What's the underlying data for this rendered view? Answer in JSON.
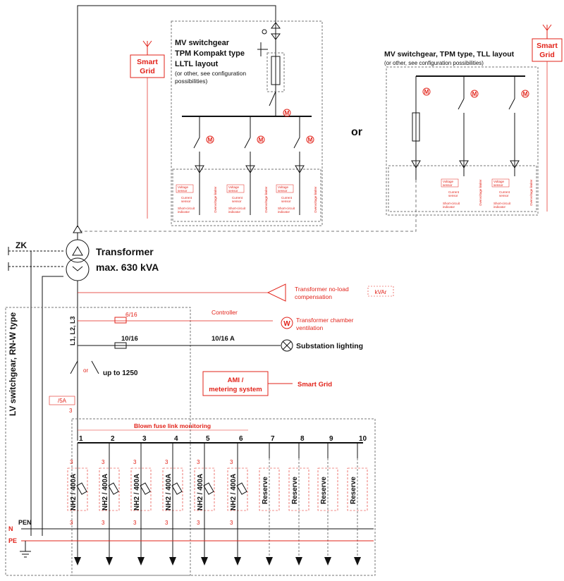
{
  "colors": {
    "accent": "#e2231a",
    "line": "#111111",
    "dashed": "#777777"
  },
  "mv_lltl": {
    "title_line1": "MV switchgear",
    "title_line2": "TPM Kompakt type",
    "title_line3": "LLTL layout",
    "note_line1": "(or other, see configuration",
    "note_line2": "possibilities)"
  },
  "mv_tll": {
    "title": "MV switchgear, TPM type, TLL layout",
    "note": "(or other, see configuration possibilities)"
  },
  "smart_grid_left": {
    "line1": "Smart",
    "line2": "Grid"
  },
  "smart_grid_right": {
    "line1": "Smart",
    "line2": "Grid"
  },
  "or_label": "or",
  "motor": "M",
  "sensor_labels": {
    "voltage_1": "Voltage",
    "voltage_2": "sensor",
    "current_1": "Current",
    "current_2": "sensor",
    "short_1": "Short-circuit",
    "short_2": "indicator",
    "overvoltage": "Overvoltage limiter"
  },
  "transformer": {
    "title": "Transformer",
    "rating": "max. 630 kVA"
  },
  "zk": "ZK",
  "compensation": {
    "line1": "Transformer no-load",
    "line2": "compensation",
    "unit": "kVAr"
  },
  "controller": "Controller",
  "fuse_6_16": "6/16",
  "w_symbol": "W",
  "ventilation": {
    "line1": "Transformer chamber",
    "line2": "ventilation"
  },
  "phases": "L1, L2, L3",
  "fuse_10_16": "10/16",
  "lighting_fuse": "10/16 A",
  "lighting": "Substation lighting",
  "switch_or": "or",
  "main_rating": "up to 1250",
  "ami": {
    "line1": "AMI /",
    "line2": "metering system"
  },
  "ami_smart_grid": "Smart Grid",
  "ct_ratio": "/5A",
  "ct_count": "3",
  "lv_switchgear": "LV switchgear, RN-W type",
  "blown_fuse": "Blown fuse link monitoring",
  "feeders": [
    {
      "num": "1",
      "label": "NH2 / 400A"
    },
    {
      "num": "2",
      "label": "NH2 / 400A"
    },
    {
      "num": "3",
      "label": "NH2 / 400A"
    },
    {
      "num": "4",
      "label": "NH2 / 400A"
    },
    {
      "num": "5",
      "label": "NH2 / 400A"
    },
    {
      "num": "6",
      "label": "NH2 / 400A"
    },
    {
      "num": "7",
      "label": "Reserve"
    },
    {
      "num": "8",
      "label": "Reserve"
    },
    {
      "num": "9",
      "label": "Reserve"
    },
    {
      "num": "10",
      "label": "Reserve"
    }
  ],
  "ct_mark": "3",
  "n_label": "N",
  "pe_label": "PE",
  "pen_label": "PEN"
}
